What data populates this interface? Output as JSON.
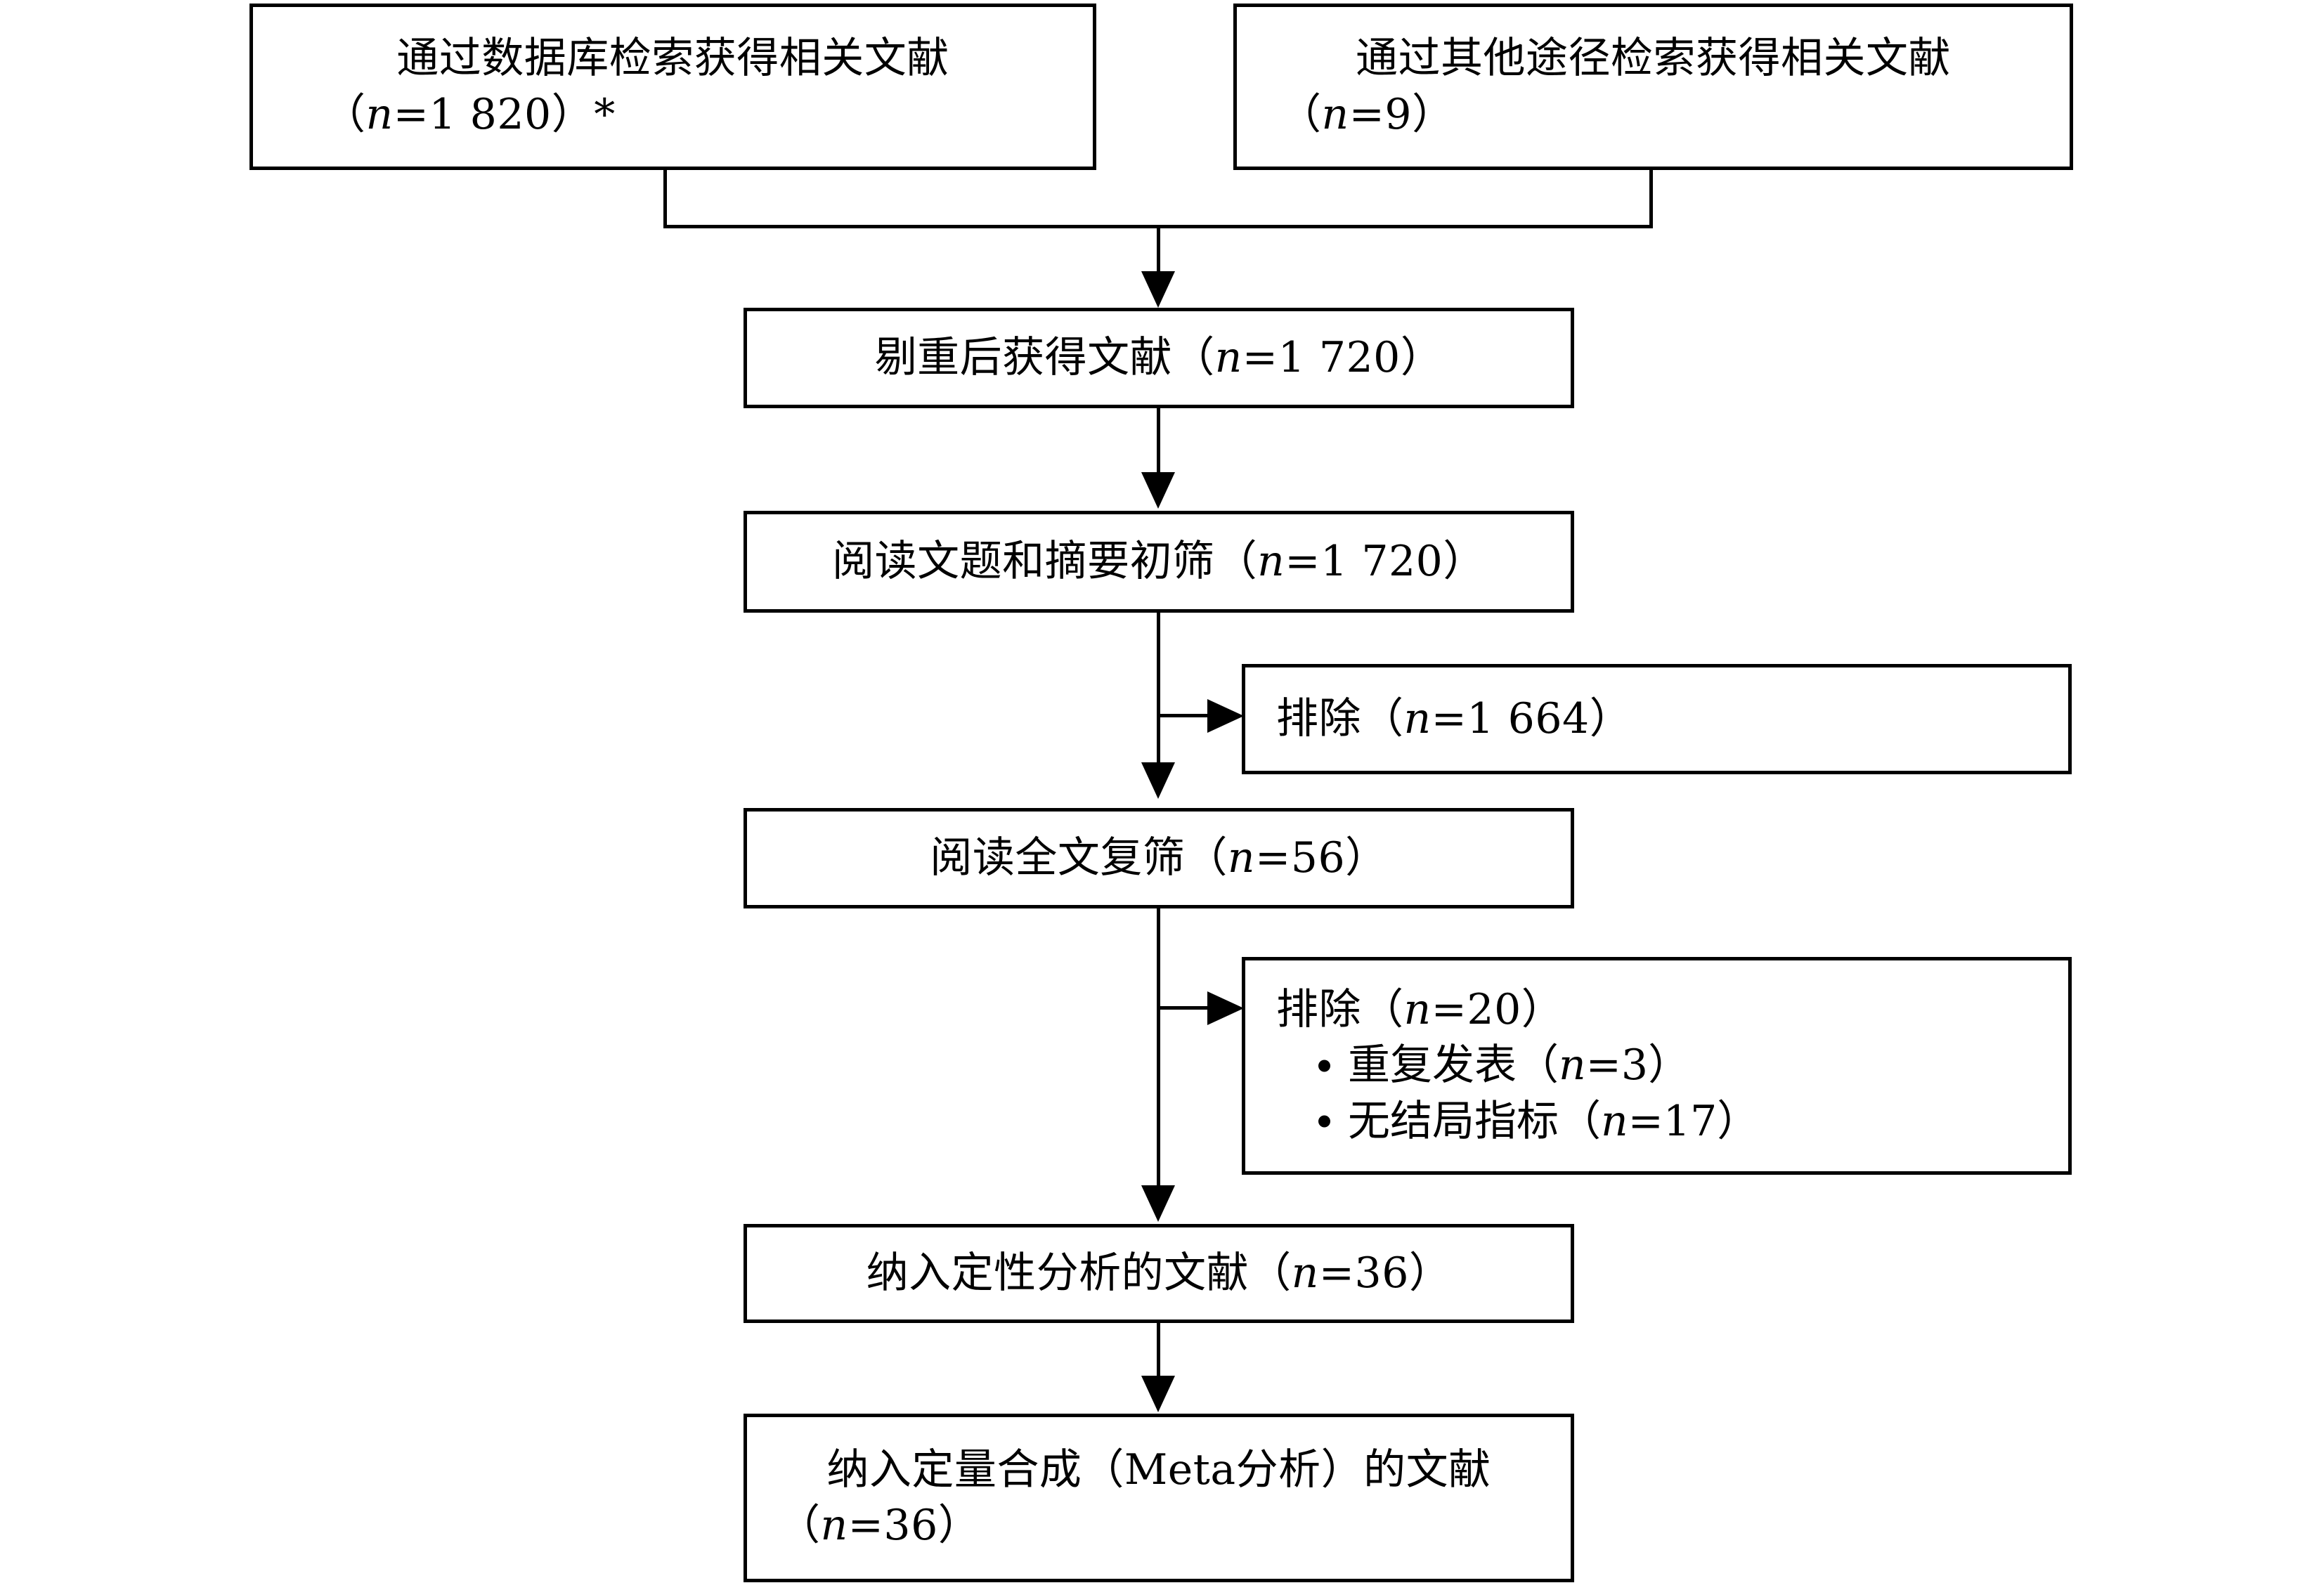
{
  "diagram": {
    "title": "PRISMA 文献筛选流程图",
    "type": "prisma-flow-diagram",
    "language": "zh-CN",
    "colors": {
      "stroke": "#000000",
      "fill": "#ffffff",
      "text": "#000000"
    }
  },
  "nodes": {
    "database_search": {
      "id": "database-search-box",
      "line1": "通过数据库检索获得相关文献",
      "line2_prefix": "（",
      "line2_var": "n",
      "line2_suffix": "=1 820）*",
      "count": 1820,
      "footnote_marker": "*"
    },
    "other_search": {
      "id": "other-sources-box",
      "line1": "通过其他途径检索获得相关文献",
      "line2_prefix": "（",
      "line2_var": "n",
      "line2_suffix": "=9）",
      "count": 9
    },
    "deduplicated": {
      "id": "deduplicated-box",
      "prefix": "剔重后获得文献（",
      "var": "n",
      "suffix": "=1 720）",
      "count": 1720
    },
    "title_abstract_screen": {
      "id": "title-abstract-screening-box",
      "prefix": "阅读文题和摘要初筛（",
      "var": "n",
      "suffix": "=1 720）",
      "count": 1720
    },
    "excluded_first": {
      "id": "excluded-first-box",
      "prefix": "排除（",
      "var": "n",
      "suffix": "=1 664）",
      "count": 1664
    },
    "fulltext_screen": {
      "id": "fulltext-screening-box",
      "prefix": "阅读全文复筛（",
      "var": "n",
      "suffix": "=56）",
      "count": 56
    },
    "excluded_second": {
      "id": "excluded-second-box",
      "prefix": "排除（",
      "var": "n",
      "suffix": "=20）",
      "count": 20,
      "reasons": [
        {
          "prefix": "重复发表（",
          "var": "n",
          "suffix": "=3）",
          "count": 3
        },
        {
          "prefix": "无结局指标（",
          "var": "n",
          "suffix": "=17）",
          "count": 17
        }
      ]
    },
    "qualitative": {
      "id": "qualitative-synthesis-box",
      "prefix": "纳入定性分析的文献（",
      "var": "n",
      "suffix": "=36）",
      "count": 36
    },
    "quantitative": {
      "id": "quantitative-synthesis-box",
      "line1": "纳入定量合成（Meta分析）的文献",
      "line2_prefix": "（",
      "line2_var": "n",
      "line2_suffix": "=36）",
      "count": 36
    }
  },
  "connectors": [
    {
      "name": "database-to-merge",
      "from": "database_search",
      "to": "deduplicated"
    },
    {
      "name": "other-to-merge",
      "from": "other_search",
      "to": "deduplicated"
    },
    {
      "name": "dedup-to-title-abstract",
      "from": "deduplicated",
      "to": "title_abstract_screen"
    },
    {
      "name": "title-abstract-to-excluded-first",
      "from": "title_abstract_screen",
      "to": "excluded_first"
    },
    {
      "name": "title-abstract-to-fulltext",
      "from": "title_abstract_screen",
      "to": "fulltext_screen"
    },
    {
      "name": "fulltext-to-excluded-second",
      "from": "fulltext_screen",
      "to": "excluded_second"
    },
    {
      "name": "fulltext-to-qualitative",
      "from": "fulltext_screen",
      "to": "qualitative"
    },
    {
      "name": "qualitative-to-quantitative",
      "from": "qualitative",
      "to": "quantitative"
    }
  ]
}
